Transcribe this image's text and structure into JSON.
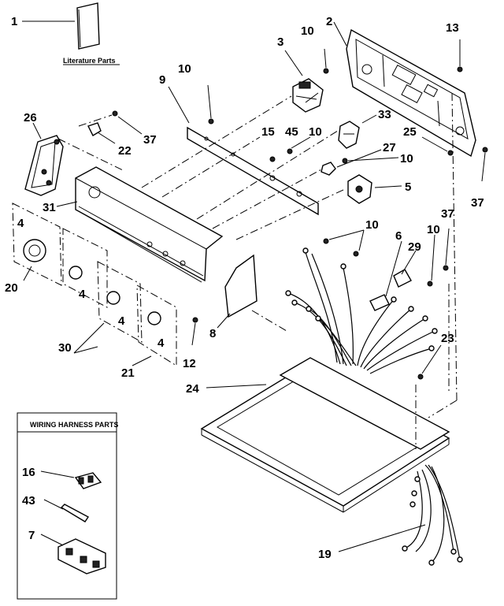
{
  "diagram": {
    "literature_label": "Literature Parts",
    "inset_title": "WIRING HARNESS PARTS",
    "callouts": {
      "c1": "1",
      "c2": "2",
      "c3": "3",
      "c4a": "4",
      "c4b": "4",
      "c4c": "4",
      "c4d": "4",
      "c5": "5",
      "c6": "6",
      "c7": "7",
      "c8": "8",
      "c9": "9",
      "c10a": "10",
      "c10b": "10",
      "c10c": "10",
      "c10d": "10",
      "c10e": "10",
      "c10f": "10",
      "c12": "12",
      "c13": "13",
      "c15": "15",
      "c16": "16",
      "c19": "19",
      "c20": "20",
      "c21": "21",
      "c22": "22",
      "c23": "23",
      "c24": "24",
      "c25": "25",
      "c26": "26",
      "c27": "27",
      "c29": "29",
      "c30": "30",
      "c31": "31",
      "c33": "33",
      "c37a": "37",
      "c37b": "37",
      "c37c": "37",
      "c43": "43",
      "c45": "45"
    }
  }
}
